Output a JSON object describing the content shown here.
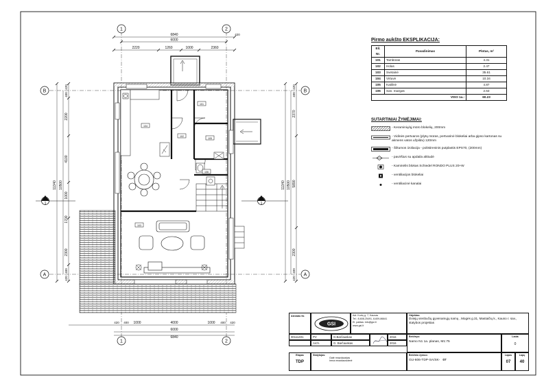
{
  "axes": {
    "col_1": "1",
    "col_2": "2",
    "row_a": "A",
    "row_b": "B"
  },
  "section_marks": {
    "left": "1",
    "right": "1"
  },
  "dims_top": {
    "overall": "6840",
    "inner": "6000",
    "right_end": "420",
    "seg1": "2220",
    "seg2": "1260",
    "seg3": "1000",
    "seg4": "2360"
  },
  "dims_bottom": {
    "d1": "420",
    "d2": "400",
    "d3": "1000",
    "d4": "4000",
    "d5": "1000",
    "d6": "400",
    "d7": "420",
    "inner": "6000",
    "overall": "6840"
  },
  "dims_left": {
    "overall": "11340",
    "inner": "10500",
    "seg_420_top": "420",
    "seg_400_top": "400",
    "seg_2200": "2200",
    "seg_4100": "4100",
    "seg_1000": "1000",
    "seg_1700": "1700",
    "seg_2300": "2300",
    "seg_400_bot": "400",
    "seg_420_bot": "420"
  },
  "dims_right": {
    "overall": "11340",
    "inner": "10500",
    "seg_420_top": "420",
    "seg_400_top": "400",
    "seg_2370": "2370",
    "seg_5890": "5890",
    "seg_2300": "2300",
    "seg_400_bot": "400",
    "seg_420_bot": "420"
  },
  "plan_tags": {
    "r101": "101",
    "r102": "102",
    "r103": "103",
    "r104": "104",
    "r105": "105",
    "r106": "106"
  },
  "explication": {
    "title": "Pirmo aukšto EKSPLIKACIJA:",
    "col_no": "Eil. Nr.",
    "col_name": "Pavadinimas",
    "col_area": "Plotas, m²",
    "rows": [
      {
        "no": "101",
        "name": "Tambūras",
        "area": "4.31"
      },
      {
        "no": "102",
        "name": "Holas",
        "area": "2.47"
      },
      {
        "no": "103",
        "name": "Svetainė",
        "area": "35.61"
      },
      {
        "no": "104",
        "name": "Virtuvė",
        "area": "10.34"
      },
      {
        "no": "105",
        "name": "Katilinė",
        "area": "4.87"
      },
      {
        "no": "106",
        "name": "San. mazgas",
        "area": "2.63"
      }
    ],
    "total_label": "VISO 1a.:",
    "total_value": "60.23"
  },
  "legend": {
    "title": "SUTARTINIAI ŽYMĖJIMAI:",
    "items": [
      "- Keraminių/ąį mūro blokelių, 200mm",
      "- Vidinės pertvaros (plytų mūras, pertvarinė blokeliai arba gipso kartonas su akmens vatos užpildu) 120mm",
      "- Šiltumos izoliacija - polistireninis putplastis EPS70, (200mm)",
      "- paviršius su apdaila altitudė",
      "- Kaminėlis blokas Schiedel RONDO PLUS 20+W",
      "- ventiliacijos blokeliai",
      "- ventiliacinė kanalai"
    ]
  },
  "title_block": {
    "author_label": "Atestato Nr.",
    "company_addr": "Adr. Kurtų g. 7, Kaunas",
    "company_tel": "Tel.: 8-608-25491, 8-609-86641",
    "company_mail": "El. paštas: info@gsi.lt",
    "company_web": "www.gsi.lt",
    "object_label": "Objektas:",
    "object_text": "Dviejų vienbučių gyvenamųjų namų , Mogės g.31, Mastaičių k., Kauno r. sav., statybos projektas",
    "role_pv": "PV",
    "role_arch": "Arch.",
    "name_pv": "G.Barčauskas",
    "name_arch": "G. Barčauskas",
    "cert_no": "00111401",
    "year_1": "2016",
    "year_2": "2016",
    "drawing_label": "Brėžinys:",
    "drawing_text": "Namo N1 1a. planas, M1:75",
    "stage_label": "Etapas",
    "stage_value": "TDP",
    "builder_label": "Statytojas:",
    "builder_text1": "Gatė mrazdauskas",
    "builder_text2": "Irena mrazdauskienė",
    "doc_label": "Brėžinio žymuo:",
    "doc_code": "GU-606-TDP-SA/SK-",
    "doc_num": "07",
    "rev_label": "Laida",
    "rev_value": "0",
    "sheet_label": "Lapas",
    "sheet_value": "07",
    "sheets_label": "Lapų",
    "sheets_value": "40"
  }
}
